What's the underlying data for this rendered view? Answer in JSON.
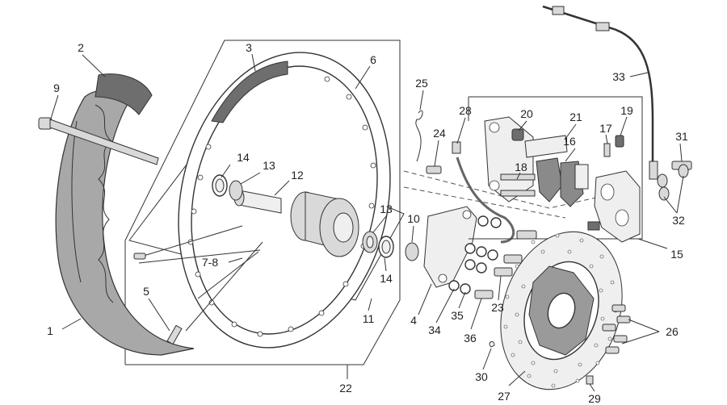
{
  "callouts": [
    {
      "id": "c1",
      "label": "1"
    },
    {
      "id": "c2",
      "label": "2"
    },
    {
      "id": "c3",
      "label": "3"
    },
    {
      "id": "c4",
      "label": "4"
    },
    {
      "id": "c5",
      "label": "5"
    },
    {
      "id": "c6",
      "label": "6"
    },
    {
      "id": "c78",
      "label": "7-8"
    },
    {
      "id": "c9",
      "label": "9"
    },
    {
      "id": "c10",
      "label": "10"
    },
    {
      "id": "c11",
      "label": "11"
    },
    {
      "id": "c12",
      "label": "12"
    },
    {
      "id": "c13a",
      "label": "13"
    },
    {
      "id": "c13b",
      "label": "13"
    },
    {
      "id": "c14a",
      "label": "14"
    },
    {
      "id": "c14b",
      "label": "14"
    },
    {
      "id": "c15",
      "label": "15"
    },
    {
      "id": "c16",
      "label": "16"
    },
    {
      "id": "c17",
      "label": "17"
    },
    {
      "id": "c18",
      "label": "18"
    },
    {
      "id": "c19",
      "label": "19"
    },
    {
      "id": "c20",
      "label": "20"
    },
    {
      "id": "c21",
      "label": "21"
    },
    {
      "id": "c22",
      "label": "22"
    },
    {
      "id": "c23",
      "label": "23"
    },
    {
      "id": "c24",
      "label": "24"
    },
    {
      "id": "c25",
      "label": "25"
    },
    {
      "id": "c26",
      "label": "26"
    },
    {
      "id": "c27",
      "label": "27"
    },
    {
      "id": "c28",
      "label": "28"
    },
    {
      "id": "c29",
      "label": "29"
    },
    {
      "id": "c30",
      "label": "30"
    },
    {
      "id": "c31",
      "label": "31"
    },
    {
      "id": "c32",
      "label": "32"
    },
    {
      "id": "c33",
      "label": "33"
    },
    {
      "id": "c34",
      "label": "34"
    },
    {
      "id": "c35",
      "label": "35"
    },
    {
      "id": "c36",
      "label": "36"
    }
  ]
}
